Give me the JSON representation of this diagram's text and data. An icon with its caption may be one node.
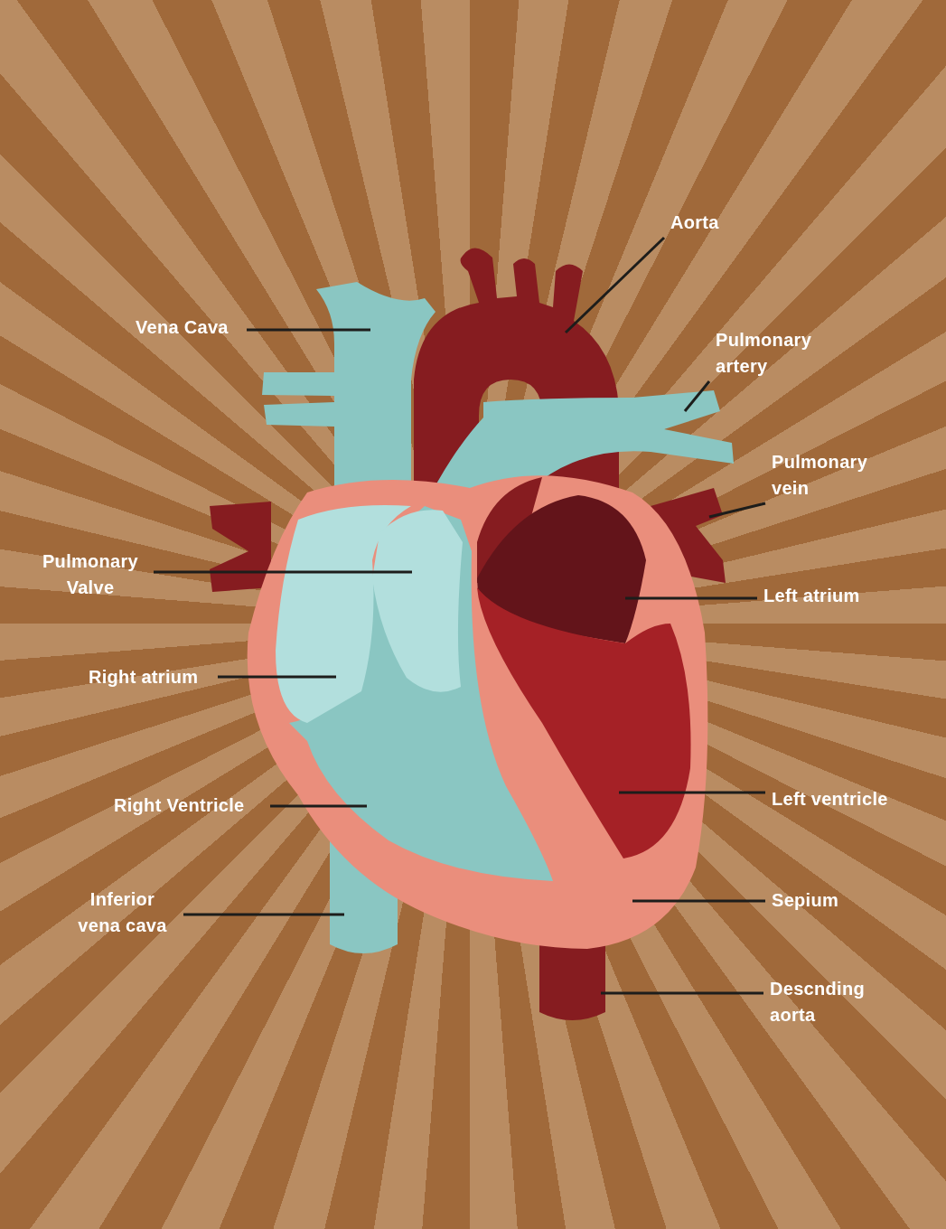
{
  "diagram": {
    "nodes": [
      {
        "text": [
          "Aorta"
        ]
      },
      {
        "text": [
          "Vena Cava"
        ]
      },
      {
        "text": [
          "Pulmonary artery"
        ]
      },
      {
        "text": [
          "Pulmonary vein"
        ]
      },
      {
        "text": [
          "Pulmonary Valve"
        ]
      },
      {
        "text": [
          "Left atrium"
        ]
      },
      {
        "text": [
          "Right atrium"
        ]
      },
      {
        "text": [
          "Left ventricle"
        ]
      },
      {
        "text": [
          "Right Ventricle"
        ]
      },
      {
        "text": [
          "Inferior vena cava"
        ]
      },
      {
        "text": [
          "Sepium"
        ]
      },
      {
        "text": [
          "Descnding aorta"
        ]
      }
    ],
    "edges": [
      {
        "from": 0,
        "to": null,
        "arrow": "none"
      },
      {
        "from": 1,
        "to": null,
        "arrow": "none"
      },
      {
        "from": 2,
        "to": null,
        "arrow": "none"
      },
      {
        "from": 3,
        "to": null,
        "arrow": "none"
      },
      {
        "from": 4,
        "to": null,
        "arrow": "none"
      },
      {
        "from": 5,
        "to": null,
        "arrow": "none"
      },
      {
        "from": 6,
        "to": null,
        "arrow": "none"
      },
      {
        "from": 7,
        "to": null,
        "arrow": "none"
      },
      {
        "from": 8,
        "to": null,
        "arrow": "none"
      },
      {
        "from": 9,
        "to": null,
        "arrow": "none"
      },
      {
        "from": 10,
        "to": null,
        "arrow": "none"
      },
      {
        "from": 11,
        "to": null,
        "arrow": "none"
      }
    ]
  }
}
